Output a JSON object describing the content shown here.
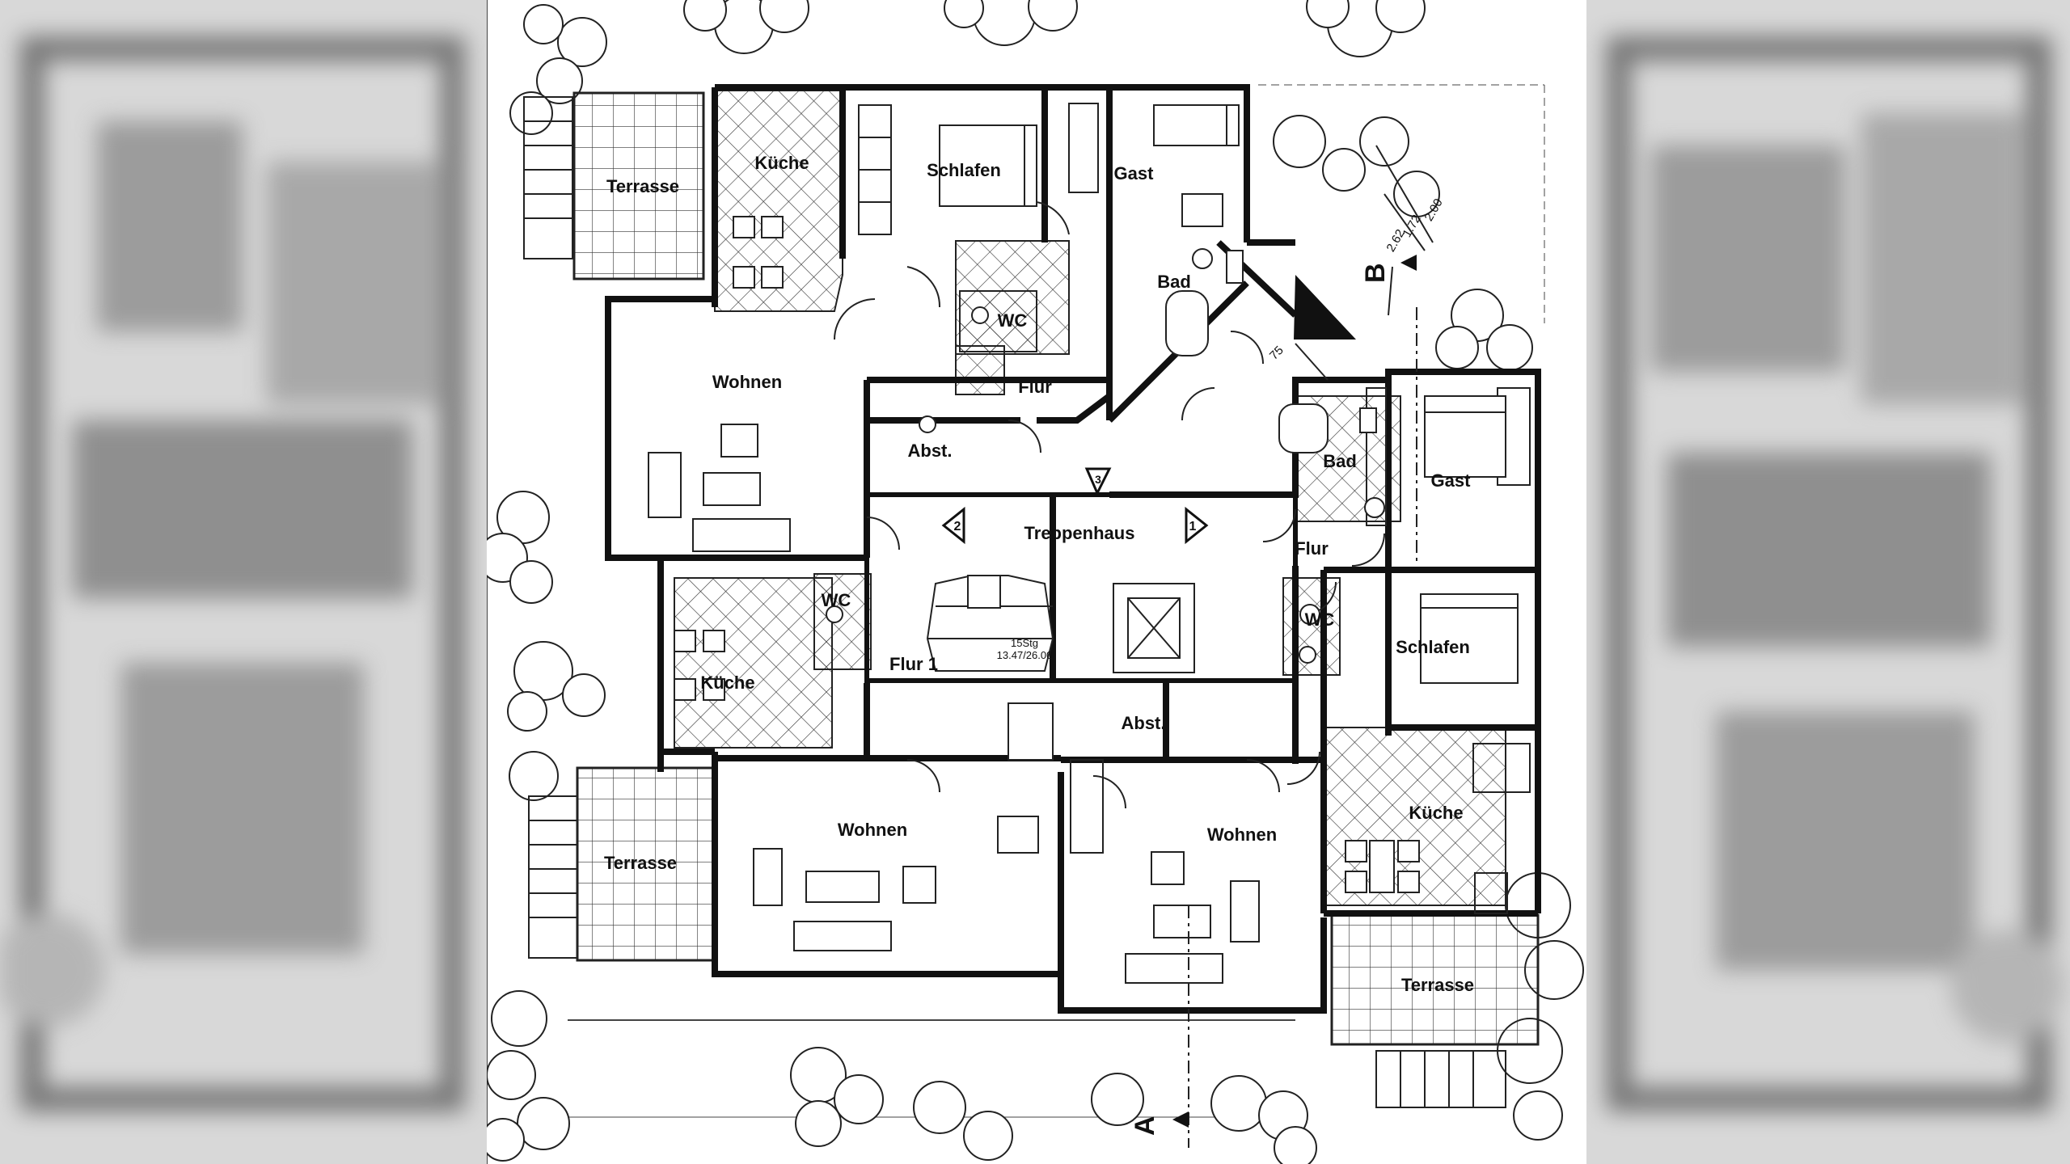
{
  "plan": {
    "rooms": {
      "terrasse_nw": "Terrasse",
      "kueche_n": "Küche",
      "schlafen_n": "Schlafen",
      "gast_n": "Gast",
      "bad_n": "Bad",
      "wc_n": "WC",
      "flur_n": "Flur",
      "wohnen_n": "Wohnen",
      "abst_n": "Abst.",
      "treppenhaus": "Treppenhaus",
      "bad_e": "Bad",
      "gast_e": "Gast",
      "flur_e": "Flur",
      "wc_w": "WC",
      "kueche_w": "Küche",
      "flur_1": "Flur 1",
      "wc_e": "WC",
      "schlafen_e": "Schlafen",
      "abst_s": "Abst.",
      "terrasse_sw": "Terrasse",
      "wohnen_sw": "Wohnen",
      "wohnen_s": "Wohnen",
      "kueche_e": "Küche",
      "terrasse_se": "Terrasse"
    },
    "stair": {
      "steps": "15Stg",
      "ratio": "13.47/26.00",
      "marker_1": "1",
      "marker_2": "2",
      "marker_3": "3"
    },
    "dimensions": {
      "d1": "2.00",
      "d2": "1.72",
      "d3": "2.62",
      "d4": "75"
    },
    "section_marks": {
      "a": "A",
      "b": "B"
    }
  }
}
